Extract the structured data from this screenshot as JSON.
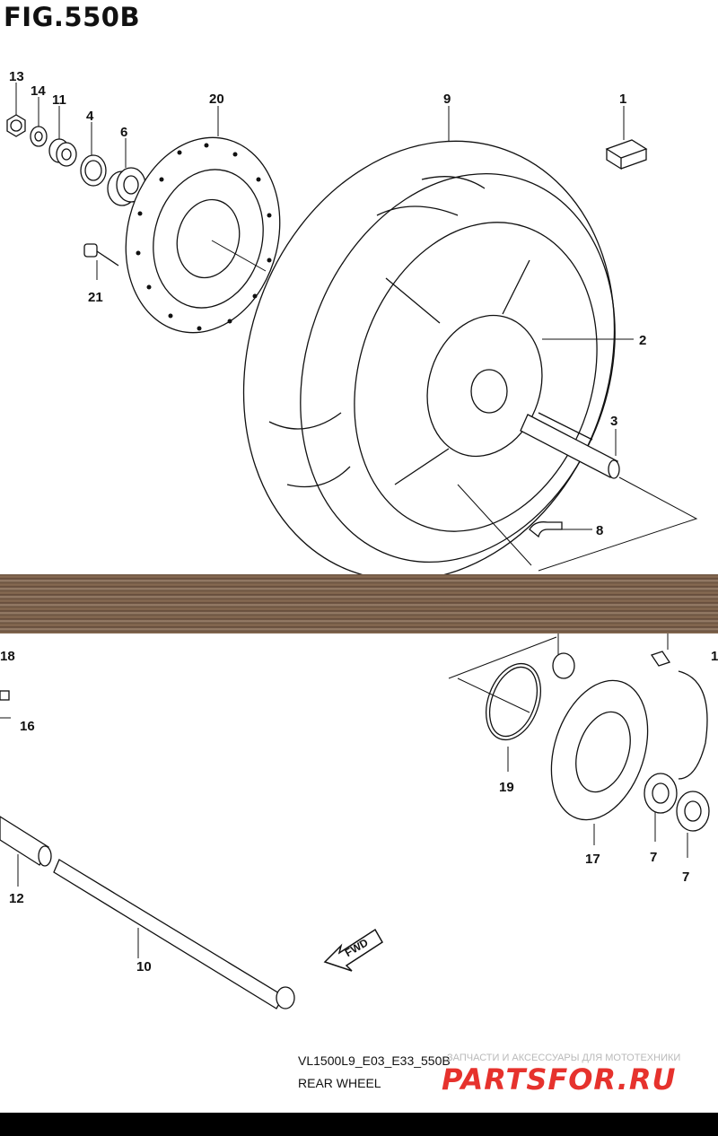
{
  "figure": {
    "title": "FIG.550B"
  },
  "callouts_top": [
    "13",
    "14",
    "11",
    "4",
    "6",
    "20",
    "9",
    "1",
    "21",
    "2",
    "3",
    "8"
  ],
  "callouts_bottom": [
    "18",
    "16",
    "12",
    "10",
    "19",
    "17",
    "7",
    "7",
    "1"
  ],
  "fwd_label": "FWD",
  "caption": {
    "code": "VL1500L9_E03_E33_550B",
    "title": "REAR WHEEL"
  },
  "watermark": {
    "tagline": "ЗАПЧАСТИ И АКСЕССУАРЫ ДЛЯ МОТОТЕХНИКИ",
    "logo": "PARTSFOR.RU"
  },
  "colors": {
    "line": "#111111",
    "divider": "#6b5240",
    "logo": "#e6322d"
  }
}
